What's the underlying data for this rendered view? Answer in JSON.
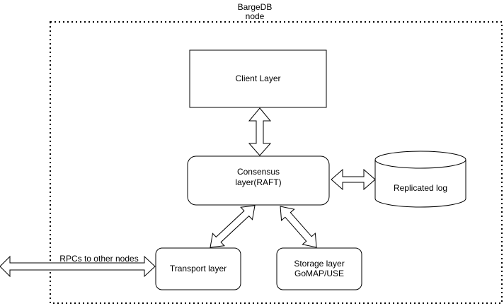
{
  "node": {
    "title_line1": "BargeDB",
    "title_line2": "node"
  },
  "components": {
    "client": "Client Layer",
    "consensus_line1": "Consensus",
    "consensus_line2": "layer(RAFT)",
    "replicated_log": "Replicated log",
    "transport": "Transport layer",
    "storage_line1": "Storage layer",
    "storage_line2": "GoMAP/USE"
  },
  "edges": {
    "rpc_label": "RPCs to other nodes"
  },
  "colors": {
    "stroke": "#000000",
    "fill": "#ffffff",
    "text": "#000000"
  }
}
